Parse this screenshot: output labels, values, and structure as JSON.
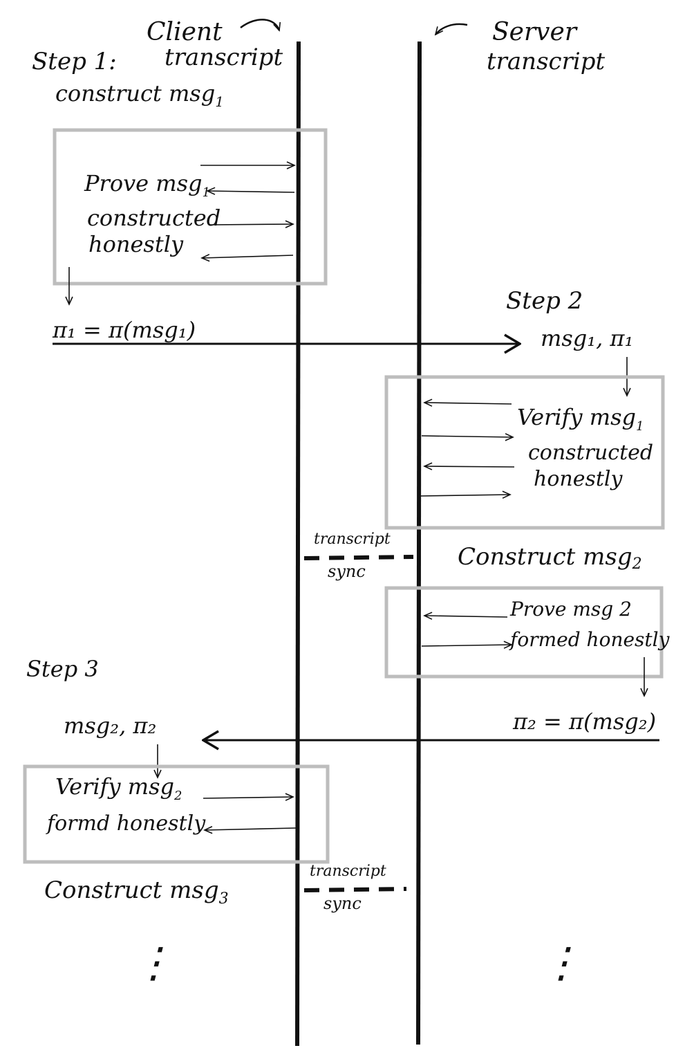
{
  "lanes": {
    "client_title": "Client",
    "client_subtitle": "transcript",
    "server_title": "Server",
    "server_subtitle": "transcript"
  },
  "step1": {
    "label": "Step 1:",
    "action": "construct msg",
    "action_sub": "1",
    "box_lines": [
      "Prove msg",
      "constructed",
      "honestly"
    ],
    "box_sub": "1",
    "pi_text": "π₁ = π(msg₁)"
  },
  "step2": {
    "label": "Step 2",
    "received": "msg₁, π₁",
    "verify_lines": [
      "Verify msg",
      "constructed",
      "honestly"
    ],
    "verify_sub": "1",
    "construct": "Construct msg",
    "construct_sub": "2",
    "prove_lines": [
      "Prove msg 2",
      "formed honestly"
    ],
    "pi_text": "π₂ = π(msg₂)"
  },
  "step3": {
    "label": "Step 3",
    "received": "msg₂, π₂",
    "verify_lines": [
      "Verify msg",
      "formd honestly"
    ],
    "verify_sub": "2",
    "construct": "Construct msg",
    "construct_sub": "3"
  },
  "sync": {
    "top": "transcript",
    "bottom": "sync"
  },
  "ellipsis": "⋮",
  "colors": {
    "ink": "#111111",
    "box": "#bdbdbd",
    "background": "#ffffff"
  }
}
